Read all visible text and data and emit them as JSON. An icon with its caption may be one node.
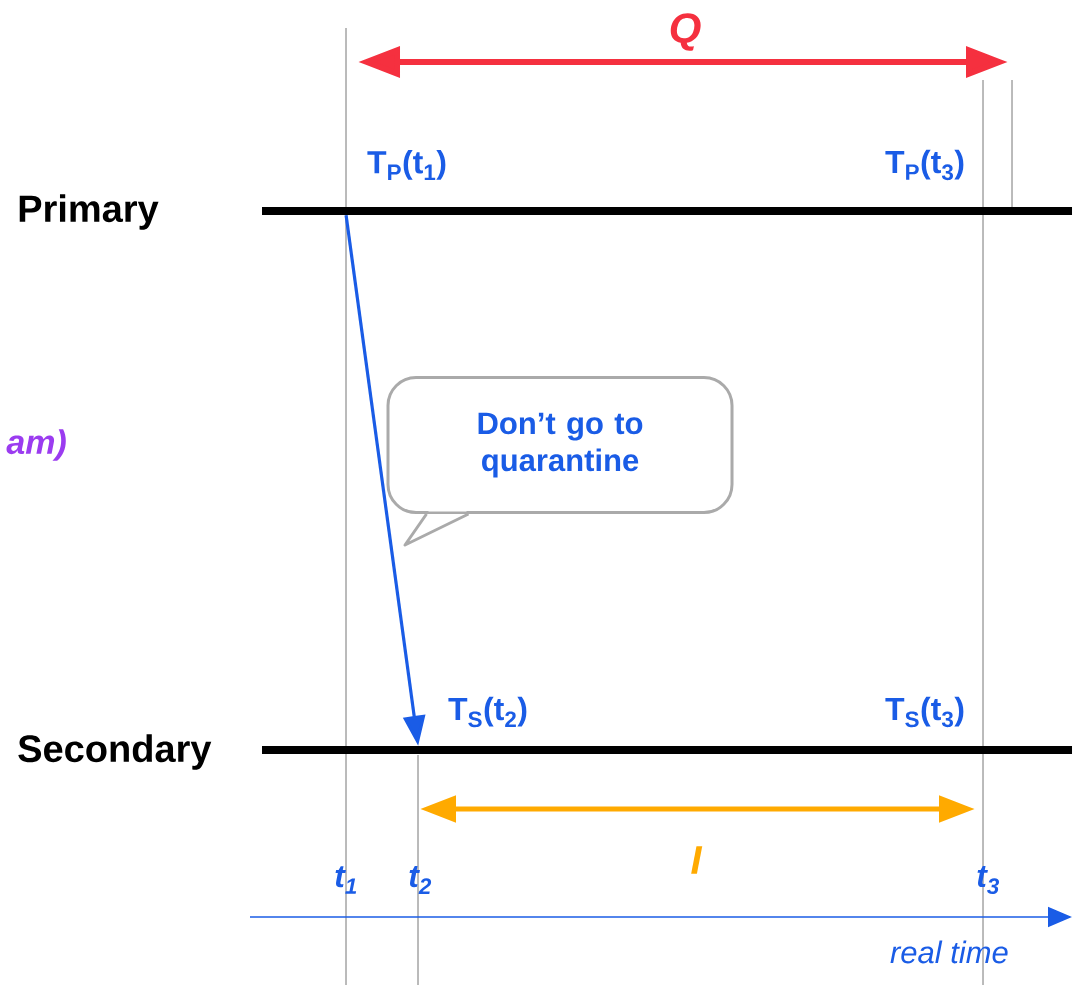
{
  "diagram": {
    "nodes": [
      {
        "text": [],
        "shape": "bar"
      },
      {
        "text": [],
        "shape": "bar"
      },
      {
        "text": [
          "Don’t go to quarantine"
        ]
      }
    ],
    "edges": [
      {
        "from": 0,
        "to": 1,
        "arrow": "to"
      }
    ],
    "labels": [
      "Q",
      "T$_{P}$(t$_{1}$)",
      "T$_{P}$(t$_{3}$)",
      "Primary",
      "am)",
      "T$_{S}$(t$_{2}$)",
      "T$_{S}$(t$_{3}$)",
      "Secondary",
      "t$_{1}$",
      "t$_{2}$",
      "I",
      "t$_{3}$",
      "real time"
    ]
  }
}
